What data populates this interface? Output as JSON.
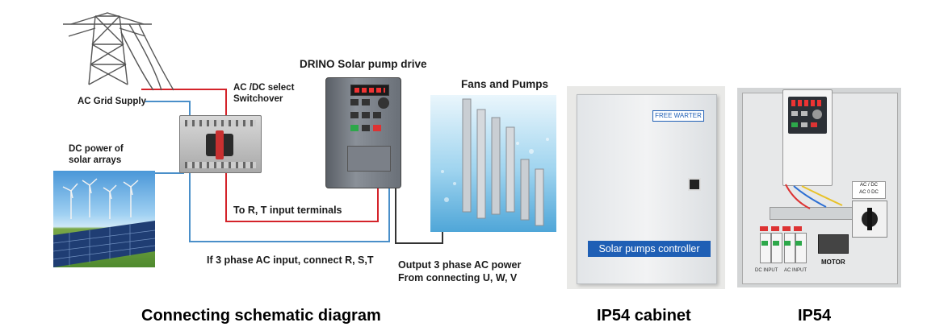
{
  "labels": {
    "ac_grid": "AC Grid Supply",
    "switch_line1": "AC /DC select",
    "switch_line2": "Switchover",
    "drive_title": "DRINO Solar pump drive",
    "fans_pumps": "Fans and Pumps",
    "dc_power_line1": "DC power of",
    "dc_power_line2": "solar  arrays",
    "rt_terminals": "To R,  T input terminals",
    "three_phase_input": "If 3 phase AC input, connect  R, S,T",
    "output_line1": "Output 3 phase AC power",
    "output_line2": "From connecting U, W, V"
  },
  "captions": {
    "schematic": "Connecting schematic diagram",
    "cabinet": "IP54 cabinet",
    "ip54": "IP54"
  },
  "cabinet": {
    "brand_label": "FREE WARTER",
    "panel_label": "Solar pumps controller"
  },
  "ip54_panel": {
    "motor_label": "MOTOR",
    "ac_input_label": "AC INPUT",
    "dc_input_label": "DC INPUT",
    "switch_label_1": "AC / DC",
    "switch_label_2": "AC 0 DC"
  },
  "colors": {
    "red_wire": "#d4232a",
    "blue_wire": "#4a8fc9",
    "dark_wire": "#333333",
    "cabinet_label_bg": "#1f5fb5"
  }
}
